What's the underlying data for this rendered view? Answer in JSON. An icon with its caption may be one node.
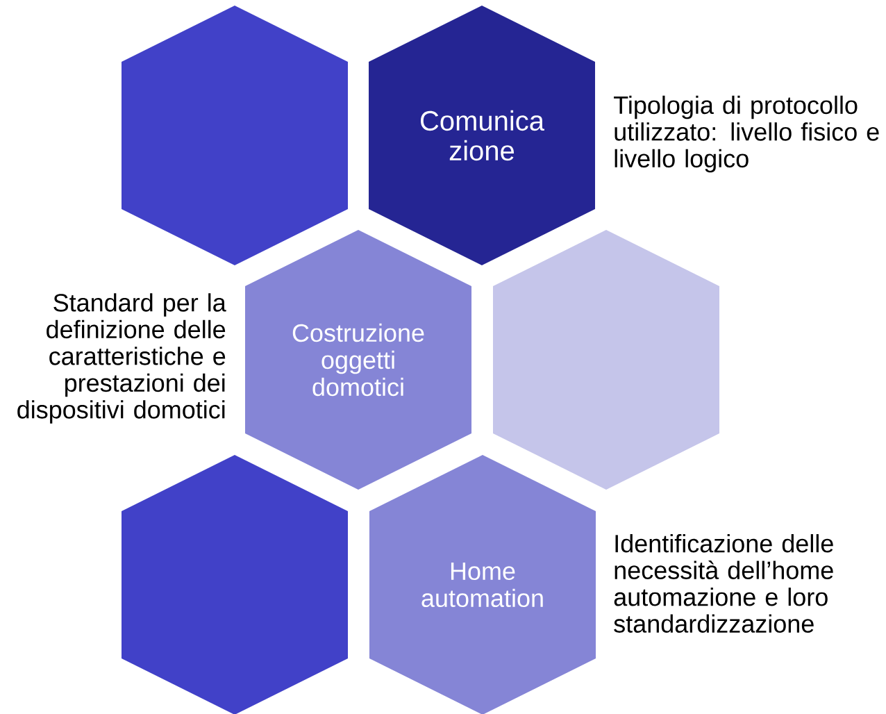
{
  "diagram": {
    "nodes": [
      {
        "text": [],
        "shape": "hexagon"
      },
      {
        "text": [
          "Comunica zione"
        ],
        "beside": [
          "Tipologia di protocollo utilizzato: livello fisico e livello logico"
        ]
      },
      {
        "text": [],
        "shape": "hexagon"
      },
      {
        "text": [
          "Costruzione oggetti domotici"
        ],
        "beside": [
          "Standard per la definizione delle caratteristiche e prestazioni dei dispositivi domotici"
        ]
      },
      {
        "text": [],
        "shape": "hexagon"
      },
      {
        "text": [
          "Home automation"
        ],
        "beside": [
          "Identificazione delle necessità dell’home automazione e loro standardizzazione"
        ]
      }
    ]
  }
}
